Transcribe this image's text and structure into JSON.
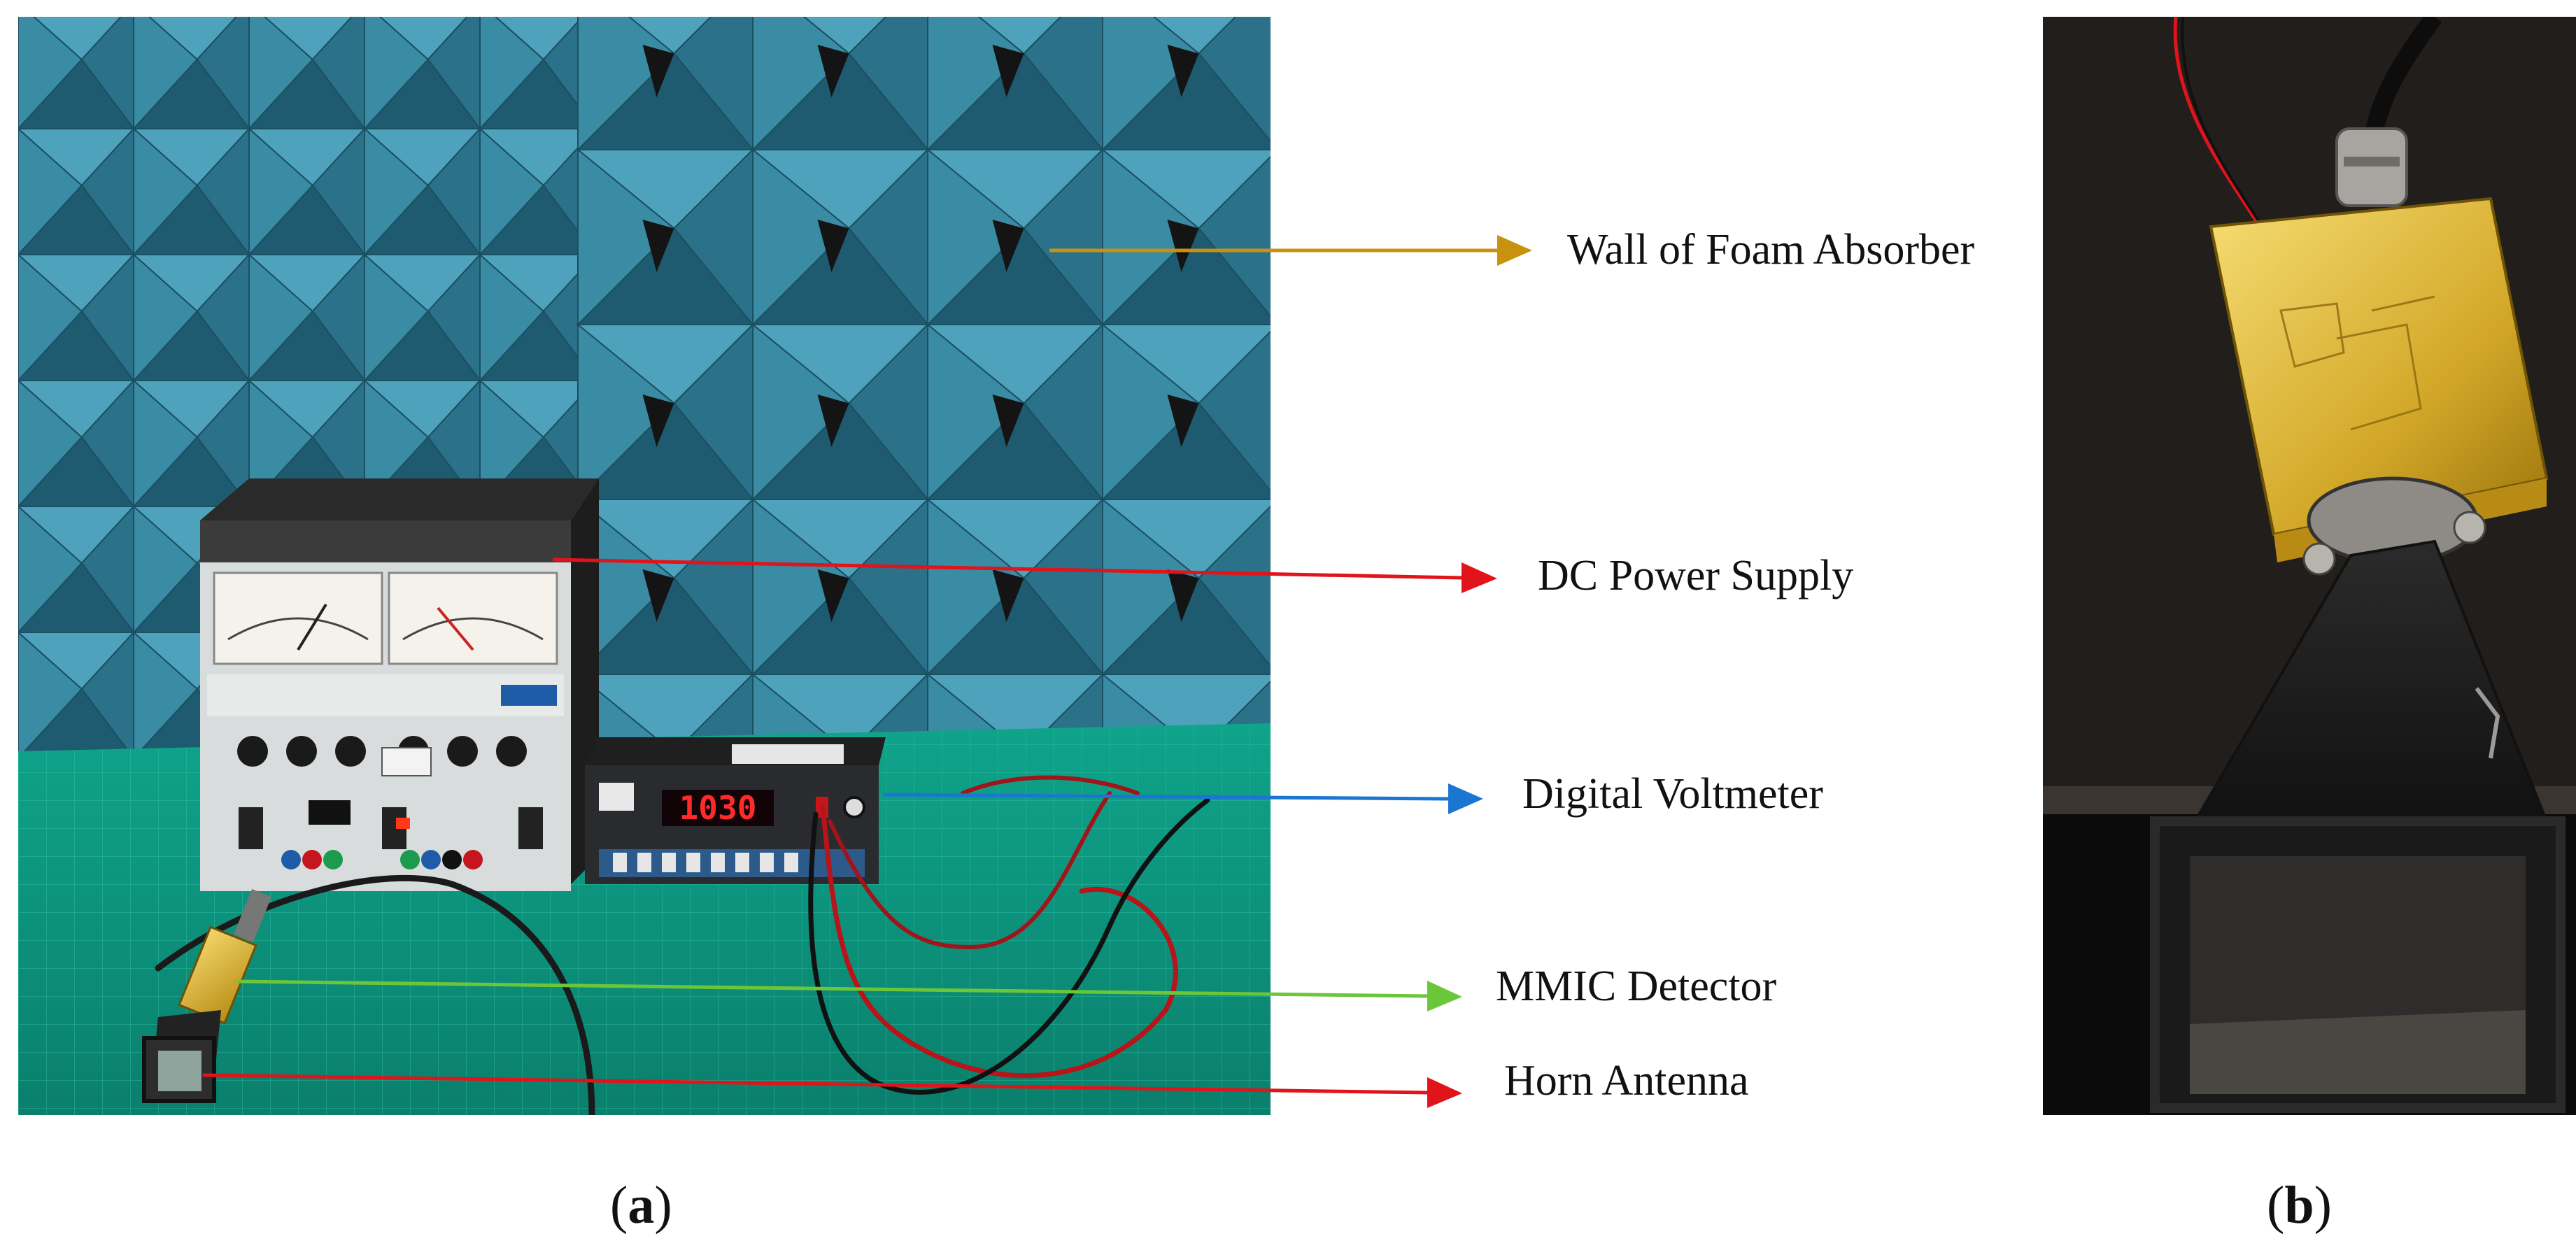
{
  "figure": {
    "panel_a": {
      "callouts": [
        {
          "id": "foam",
          "text": "Wall of Foam Absorber",
          "color": "#c8920e"
        },
        {
          "id": "dc",
          "text": "DC Power Supply",
          "color": "#e0141a"
        },
        {
          "id": "dvm",
          "text": "Digital Voltmeter",
          "color": "#1b76d2"
        },
        {
          "id": "mmic",
          "text": "MMIC Detector",
          "color": "#6cc63a"
        },
        {
          "id": "horn",
          "text": "Horn Antenna",
          "color": "#e0141a"
        }
      ],
      "caption_paren_open": "(",
      "caption_letter": "a",
      "caption_paren_close": ")",
      "voltmeter_reading": "1030"
    },
    "panel_b": {
      "caption_paren_open": "(",
      "caption_letter": "b",
      "caption_paren_close": ")"
    }
  }
}
